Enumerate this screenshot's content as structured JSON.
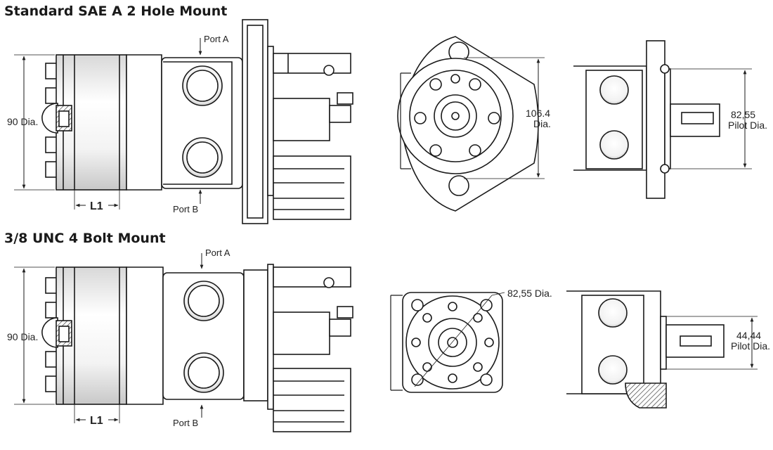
{
  "sections": [
    {
      "title": "Standard SAE A 2 Hole Mount",
      "port_a": "Port A",
      "port_b": "Port B",
      "body_dia": "90 Dia.",
      "length_label": "L1",
      "front_dim_value": "106.4",
      "front_dim_unit": "Dia.",
      "pilot_dim_value": "82,55",
      "pilot_dim_unit": "Pilot Dia."
    },
    {
      "title": "3/8 UNC 4 Bolt Mount",
      "port_a": "Port A",
      "port_b": "Port B",
      "body_dia": "90 Dia.",
      "length_label": "L1",
      "bolt_circle": "82,55 Dia.",
      "pilot_dim_value": "44,44",
      "pilot_dim_unit": "Pilot Dia."
    }
  ]
}
